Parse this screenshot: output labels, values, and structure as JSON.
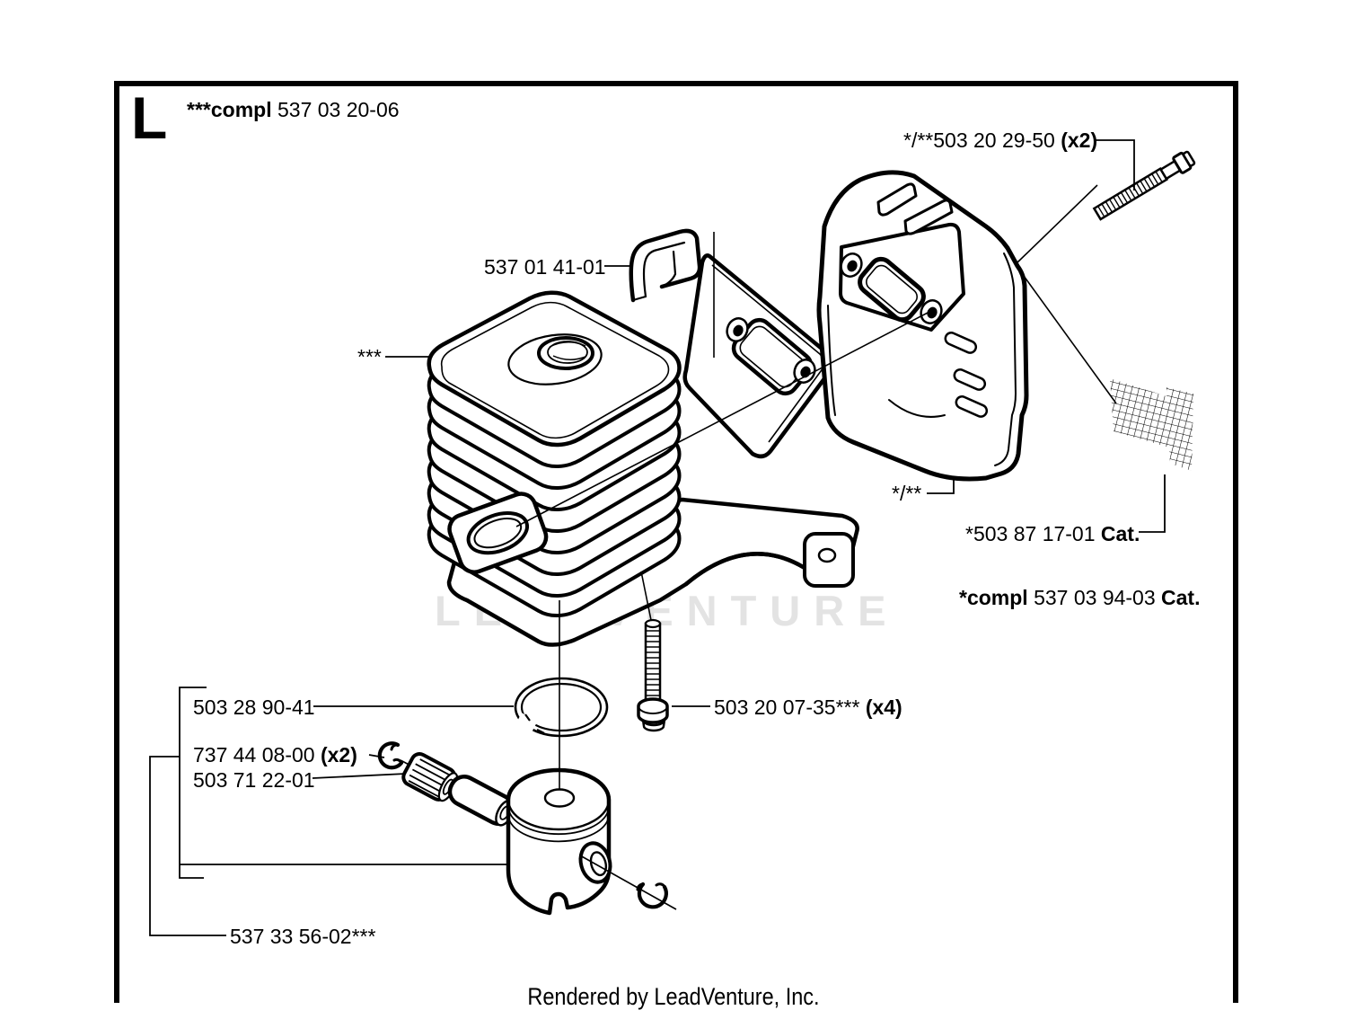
{
  "page": {
    "corner_letter": "L",
    "watermark": "LEADVENTURE",
    "footer": "Rendered by LeadVenture, Inc."
  },
  "labels": {
    "header": {
      "b1": "***compl",
      "n1": " 537 03 20-06"
    },
    "screw_top": {
      "n1": "*/**503 20 29-50 ",
      "b1": "(x2)"
    },
    "clip": {
      "n1": "537 01 41-01"
    },
    "cylinder": {
      "n1": "***"
    },
    "muffler": {
      "n1": "*/**"
    },
    "cat_screen": {
      "n1": "*503 87 17-01 ",
      "b1": "Cat."
    },
    "cat_compl": {
      "b1": "*compl",
      "n1": " 537 03 94-03 ",
      "b2": "Cat."
    },
    "ring": {
      "n1": "503 28 90-41"
    },
    "clip_small": {
      "n1": "737 44 08-00 ",
      "b1": "(x2)"
    },
    "bearing": {
      "n1": "503 71 22-01"
    },
    "bolt": {
      "n1": "503 20 07-35*** ",
      "b1": "(x4)"
    },
    "piston": {
      "n1": "537 33 56-02***"
    }
  }
}
